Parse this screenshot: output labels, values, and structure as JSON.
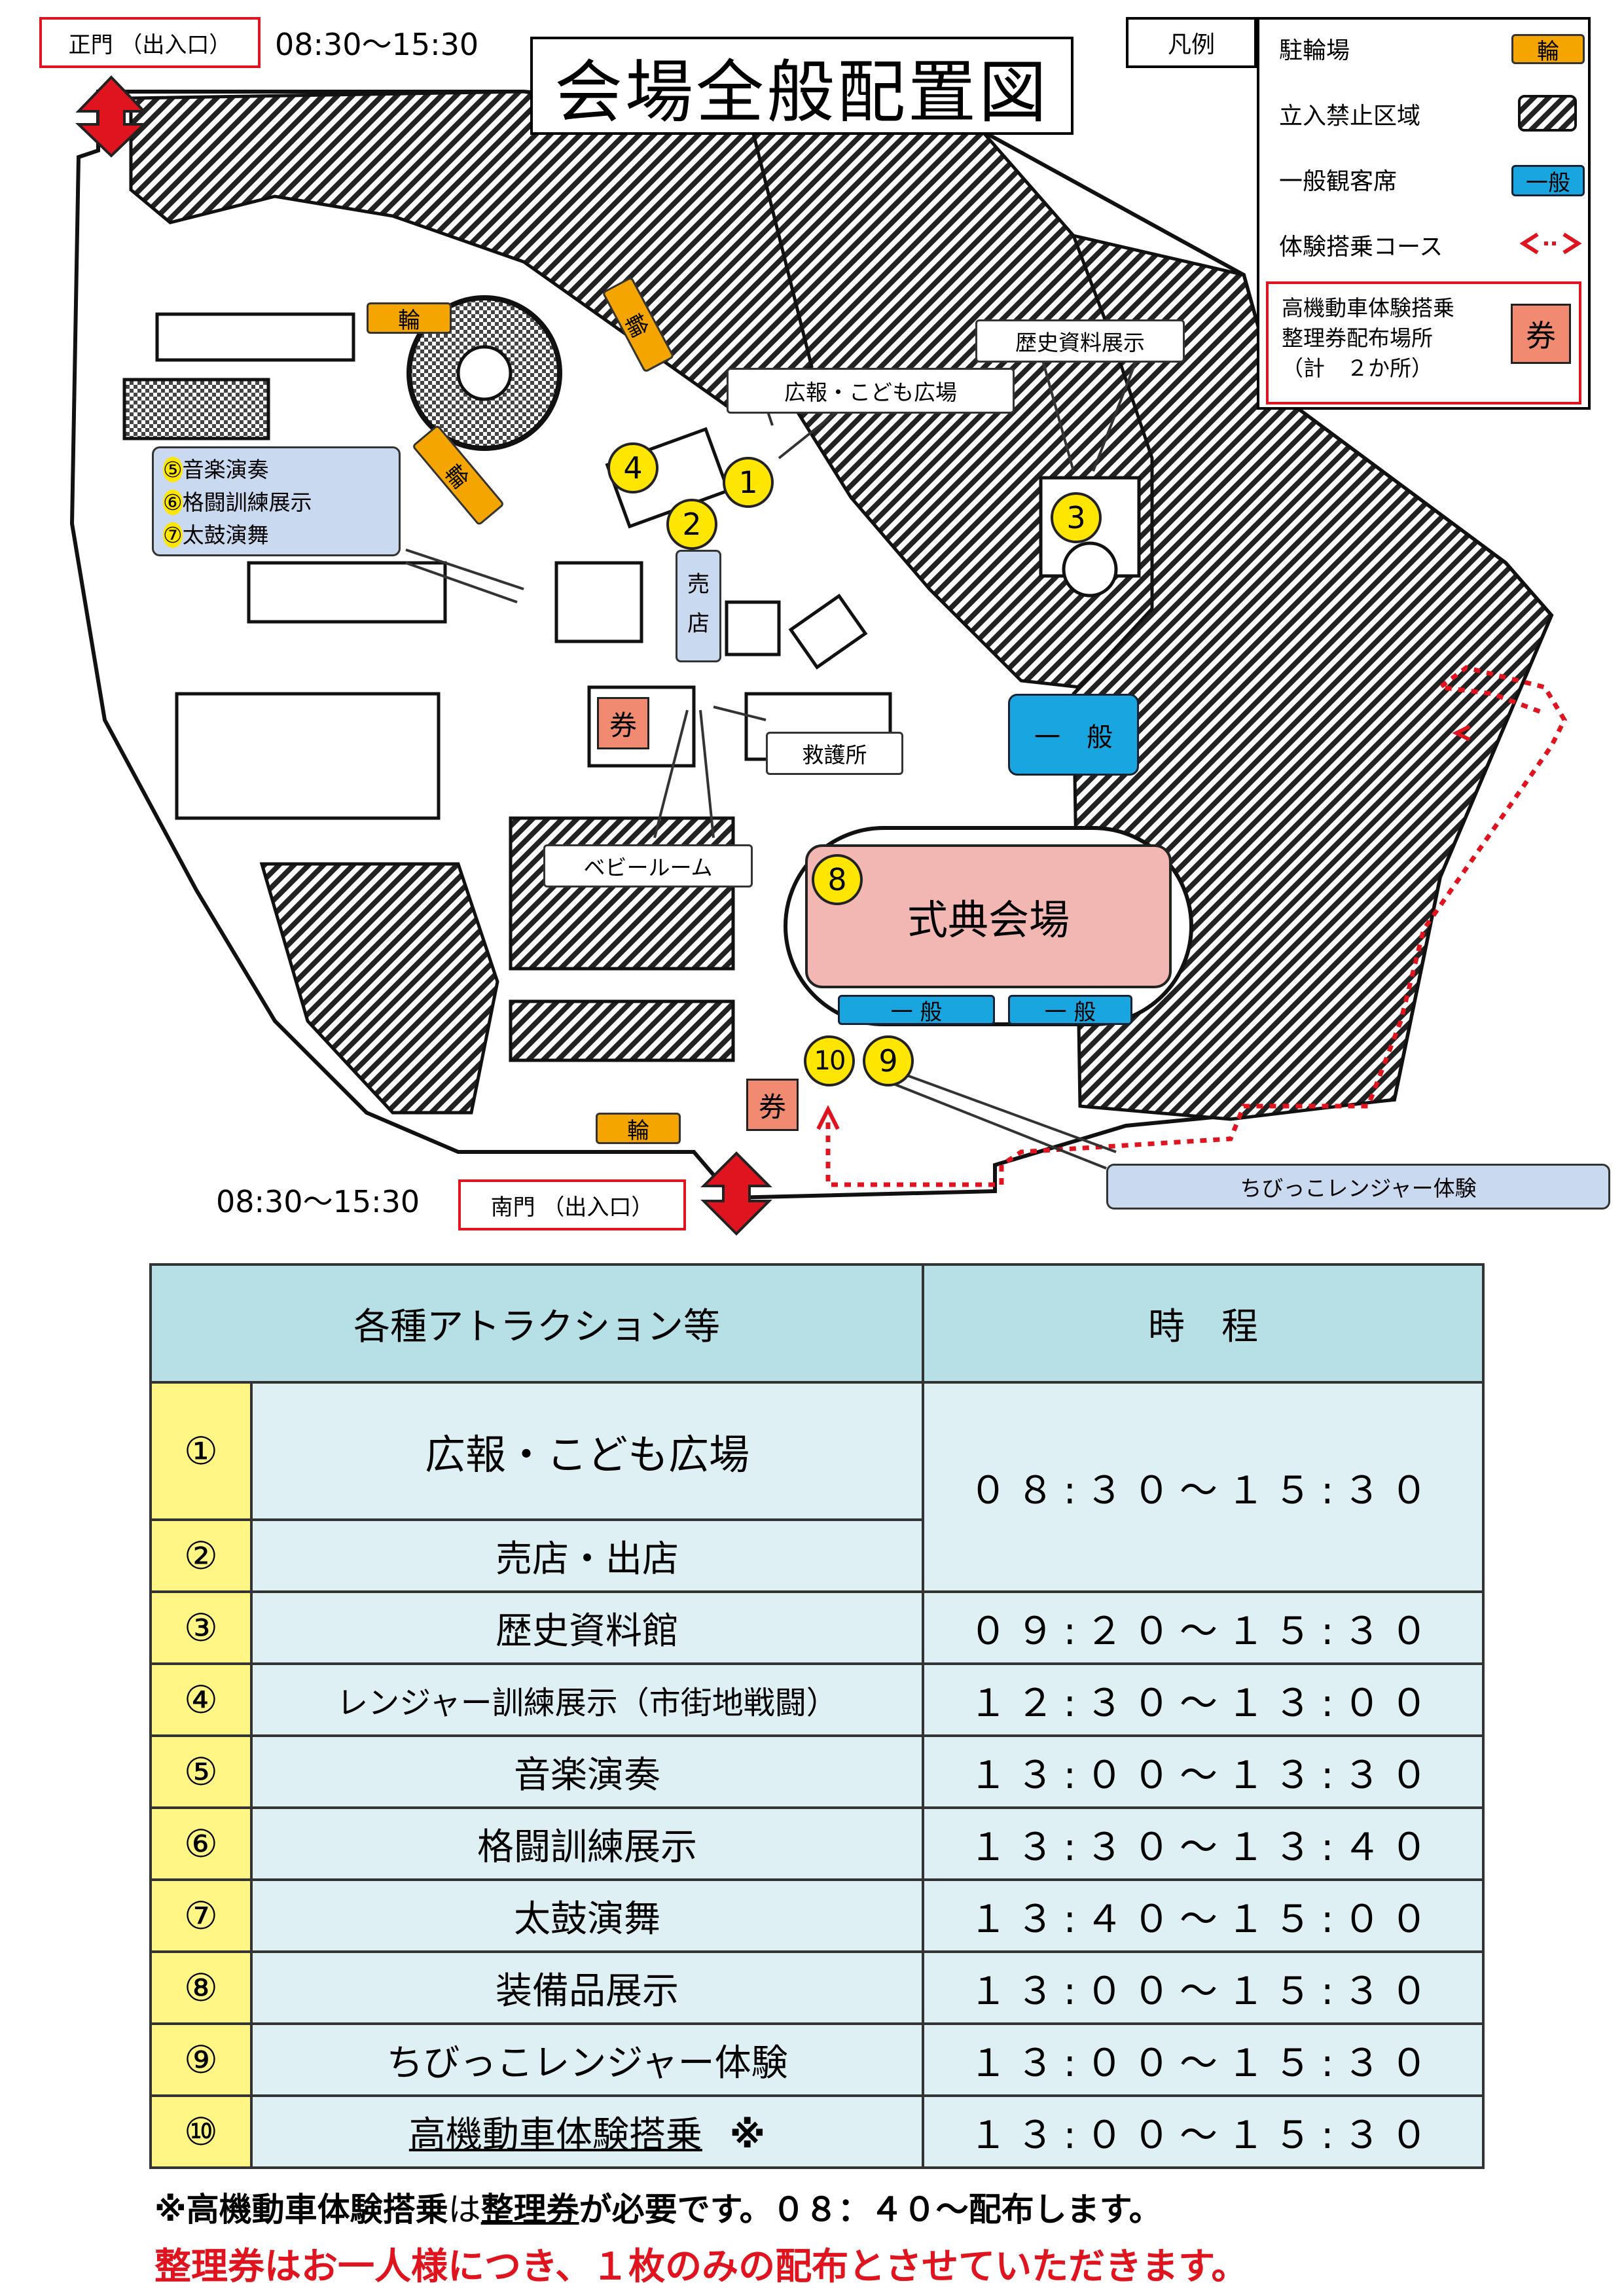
{
  "gates": {
    "main_gate": "正門 （出入口）",
    "main_hours": "08:30〜15:30",
    "south_gate": "南門 （出入口）",
    "south_hours": "08:30〜15:30"
  },
  "title": "会場全般配置図",
  "legend": {
    "header": "凡例",
    "items": [
      {
        "label": "駐輪場",
        "tag": "輪"
      },
      {
        "label": "立入禁止区域"
      },
      {
        "label": "一般観客席",
        "tag": "一般"
      },
      {
        "label": "体験搭乗コース"
      },
      {
        "label": "高機動車体験搭乗\n整理券配布場所\n（計　２か所）",
        "tag": "券"
      }
    ]
  },
  "map_labels": {
    "bicycle": "輪",
    "ticket": "券",
    "general": "一　般",
    "general_short": "一 般",
    "pr_plaza": "広報・こども広場",
    "history": "歴史資料展示",
    "shop_1": "売",
    "shop_2": "店",
    "first_aid": "救護所",
    "baby_room": "ベビールーム",
    "ceremony": "式典会場",
    "chibikko": "ちびっこレンジャー体験",
    "events_callout": [
      {
        "num": "⑤",
        "text": "音楽演奏"
      },
      {
        "num": "⑥",
        "text": "格闘訓練展示"
      },
      {
        "num": "⑦",
        "text": "太鼓演舞"
      }
    ],
    "markers": [
      "1",
      "2",
      "3",
      "4",
      "8",
      "9",
      "10"
    ]
  },
  "colors": {
    "red": "#e0141e",
    "yellow": "#ffe600",
    "bike_tag": "#f5a500",
    "general_tag": "#19a6e0",
    "ticket_tag": "#f08b72",
    "ceremony": "#f2b7b2",
    "table_header": "#b7dfe6",
    "table_cell": "#dff0f5",
    "table_num": "#fff685"
  },
  "table": {
    "header_attraction": "各種アトラクション等",
    "header_time": "時　程",
    "rows": [
      {
        "num": "①",
        "name": "広報・こども広場",
        "time": "０８:３０〜１５:３０"
      },
      {
        "num": "②",
        "name": "売店・出店"
      },
      {
        "num": "③",
        "name": "歴史資料館",
        "time": "０９:２０〜１５:３０"
      },
      {
        "num": "④",
        "name": "レンジャー訓練展示（市街地戦闘）",
        "time": "１２:３０〜１３:００"
      },
      {
        "num": "⑤",
        "name": "音楽演奏",
        "time": "１３:００〜１３:３０"
      },
      {
        "num": "⑥",
        "name": "格闘訓練展示",
        "time": "１３:３０〜１３:４０"
      },
      {
        "num": "⑦",
        "name": "太鼓演舞",
        "time": "１３:４０〜１５:００"
      },
      {
        "num": "⑧",
        "name": "装備品展示",
        "time": "１３:００〜１５:３０"
      },
      {
        "num": "⑨",
        "name": "ちびっこレンジャー体験",
        "time": "１３:００〜１５:３０"
      },
      {
        "num": "⑩",
        "name": "高機動車体験搭乗",
        "mark": "※",
        "time": "１３:００〜１５:３０"
      }
    ]
  },
  "notes": {
    "line1_a": "※高機動車体験搭乗",
    "line1_b": "は",
    "line1_c": "整理券",
    "line1_d": "が必要です。０８：４０〜配布します。",
    "line2": "整理券はお一人様につき、１枚のみの配布とさせていただきます。"
  }
}
